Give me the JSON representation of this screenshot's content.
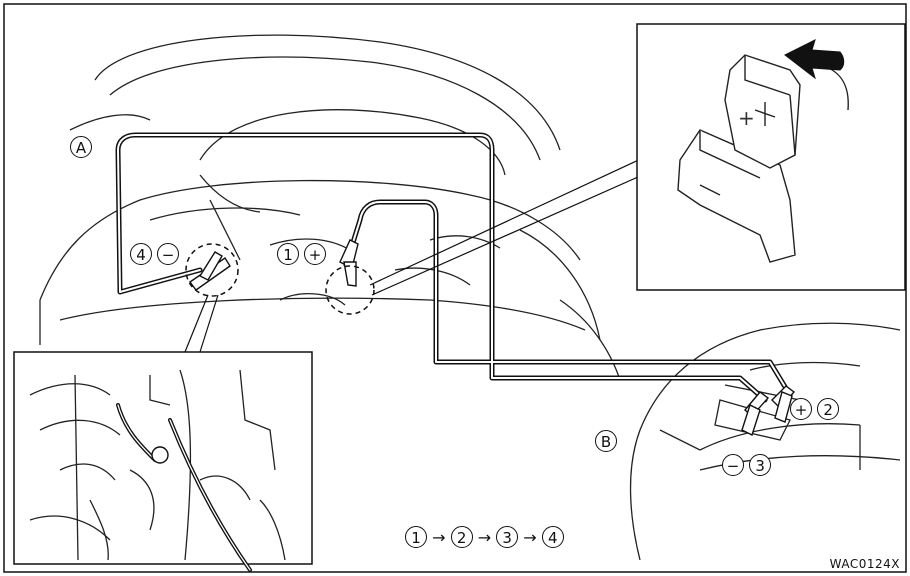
{
  "labels": {
    "vehicle_a": "A",
    "vehicle_b": "B",
    "step1": "1",
    "step2": "2",
    "step3": "3",
    "step4": "4",
    "plus": "+",
    "minus": "−",
    "cover_plus": "+"
  },
  "sequence": [
    "1",
    "2",
    "3",
    "4"
  ],
  "sequence_arrow": "→",
  "figure_code": "WAC0124X",
  "colors": {
    "line": "#111111",
    "background": "#ffffff"
  }
}
